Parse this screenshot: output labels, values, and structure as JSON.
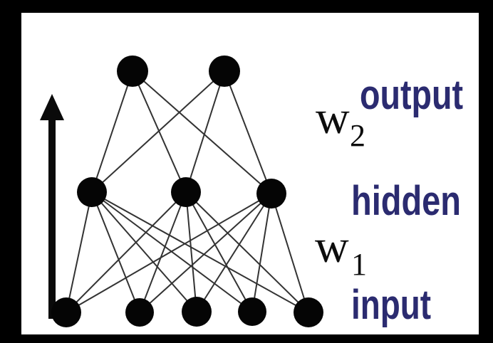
{
  "figure": {
    "title": "neural-network-diagram",
    "colors": {
      "frame_background": "#000000",
      "canvas": "#ffffff",
      "node": "#050505",
      "edge": "#333333",
      "layer_label": "#2b2b70",
      "weight_label": "#0d0d0d"
    }
  },
  "labels": {
    "output": "output",
    "hidden": "hidden",
    "input": "input"
  },
  "weights": {
    "w2": {
      "base": "w",
      "sub": "2"
    },
    "w1": {
      "base": "w",
      "sub": "1"
    }
  },
  "chart_data": {
    "type": "diagram",
    "subtype": "feedforward-neural-network",
    "layers": [
      {
        "name": "input",
        "node_count": 5
      },
      {
        "name": "hidden",
        "node_count": 3
      },
      {
        "name": "output",
        "node_count": 2
      }
    ],
    "connectivity": "fully-connected-between-adjacent-layers",
    "weight_matrices": [
      {
        "label": "w1",
        "between": [
          "input",
          "hidden"
        ]
      },
      {
        "label": "w2",
        "between": [
          "hidden",
          "output"
        ]
      }
    ],
    "annotations": [
      "upward-arrow-left-side"
    ]
  }
}
